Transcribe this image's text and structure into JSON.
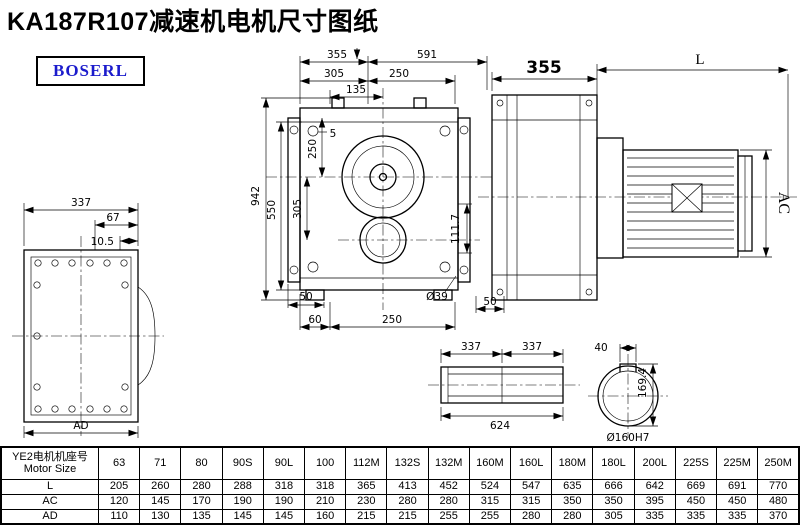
{
  "title": "KA187R107减速机电机尺寸图纸",
  "logo": "BOSERL",
  "dims": {
    "front_width": "337",
    "front_offset_a": "67",
    "front_offset_b": "10.5",
    "front_ad": "AD",
    "main_top_355": "355",
    "main_top_591": "591",
    "main_top_305": "305",
    "main_top_250": "250",
    "main_top_135": "135",
    "main_left_250": "250",
    "main_left_5": "5",
    "main_left_305": "305",
    "main_left_550": "550",
    "main_left_942": "942",
    "main_right_111_7": "111.7",
    "main_bot_50_left": "50",
    "main_bot_60": "60",
    "main_bot_250": "250",
    "main_bot_phi39": "Ø39",
    "main_bot_50_right": "50",
    "side_355": "355",
    "side_L": "L",
    "side_AC": "AC",
    "shaft_337_left": "337",
    "shaft_337_right": "337",
    "shaft_624": "624",
    "bore_40": "40",
    "bore_169_4": "169.4",
    "bore_phi160": "Ø160H7"
  },
  "table": {
    "label_cn": "YE2电机机座号",
    "label_en": "Motor Size",
    "sizes": [
      "63",
      "71",
      "80",
      "90S",
      "90L",
      "100",
      "112M",
      "132S",
      "132M",
      "160M",
      "160L",
      "180M",
      "180L",
      "200L",
      "225S",
      "225M",
      "250M"
    ],
    "rows": [
      {
        "label": "L",
        "values": [
          "205",
          "260",
          "280",
          "288",
          "318",
          "318",
          "365",
          "413",
          "452",
          "524",
          "547",
          "635",
          "666",
          "642",
          "669",
          "691",
          "770"
        ]
      },
      {
        "label": "AC",
        "values": [
          "120",
          "145",
          "170",
          "190",
          "190",
          "210",
          "230",
          "280",
          "280",
          "315",
          "315",
          "350",
          "350",
          "395",
          "450",
          "450",
          "480"
        ]
      },
      {
        "label": "AD",
        "values": [
          "110",
          "130",
          "135",
          "145",
          "145",
          "160",
          "215",
          "215",
          "255",
          "255",
          "280",
          "280",
          "305",
          "335",
          "335",
          "335",
          "370"
        ]
      }
    ]
  }
}
